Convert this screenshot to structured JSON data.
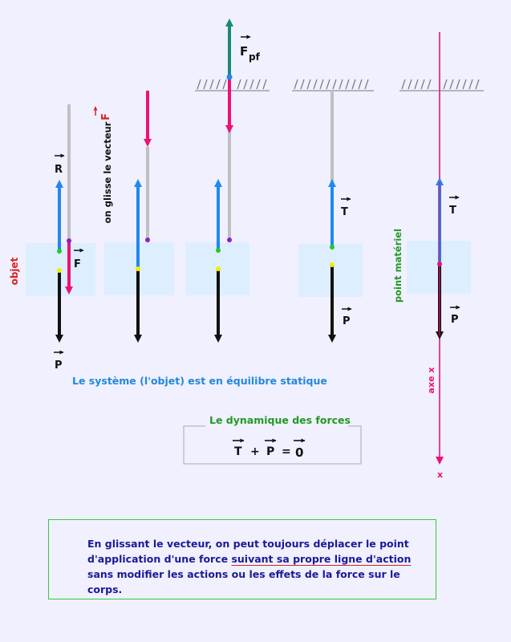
{
  "labels": {
    "objet": "objet",
    "glisse": "on glisse le vecteur",
    "point_materiel": "point matériel",
    "axe_x": "axe x",
    "x_end": "x",
    "R": "R",
    "F": "F",
    "P": "P",
    "T": "T",
    "Fpf_main": "F",
    "Fpf_sub": "pf",
    "equilibrium": "Le système (l'objet) est en équilibre statique",
    "dynamics_title": "Le dynamique des forces",
    "eq_T": "T",
    "eq_plus": "+",
    "eq_P": "P",
    "eq_equals": "=",
    "eq_zero": "0"
  },
  "caption": {
    "line1": "En glissant le vecteur, on peut toujours déplacer le point",
    "line2_pre": "d'application d'une force ",
    "line2_underlined": "suivant sa propre ligne d'action",
    "line3": "sans modifier les actions ou les effets de la force sur le corps."
  },
  "colors": {
    "background": "#f0f0ff",
    "object_fill": "#ddeeff",
    "rope": "#c0c0c0",
    "force_R_T": "#2288ee",
    "force_P": "#111111",
    "force_F": "#ee1177",
    "force_Fpf": "#1a8a77",
    "objet_label": "#dd2222",
    "point_materiel_label": "#229922",
    "equilibrium_text": "#2288dd",
    "dynamics_title": "#229922",
    "caption_text": "#1a1a99",
    "caption_border": "#33cc33"
  }
}
